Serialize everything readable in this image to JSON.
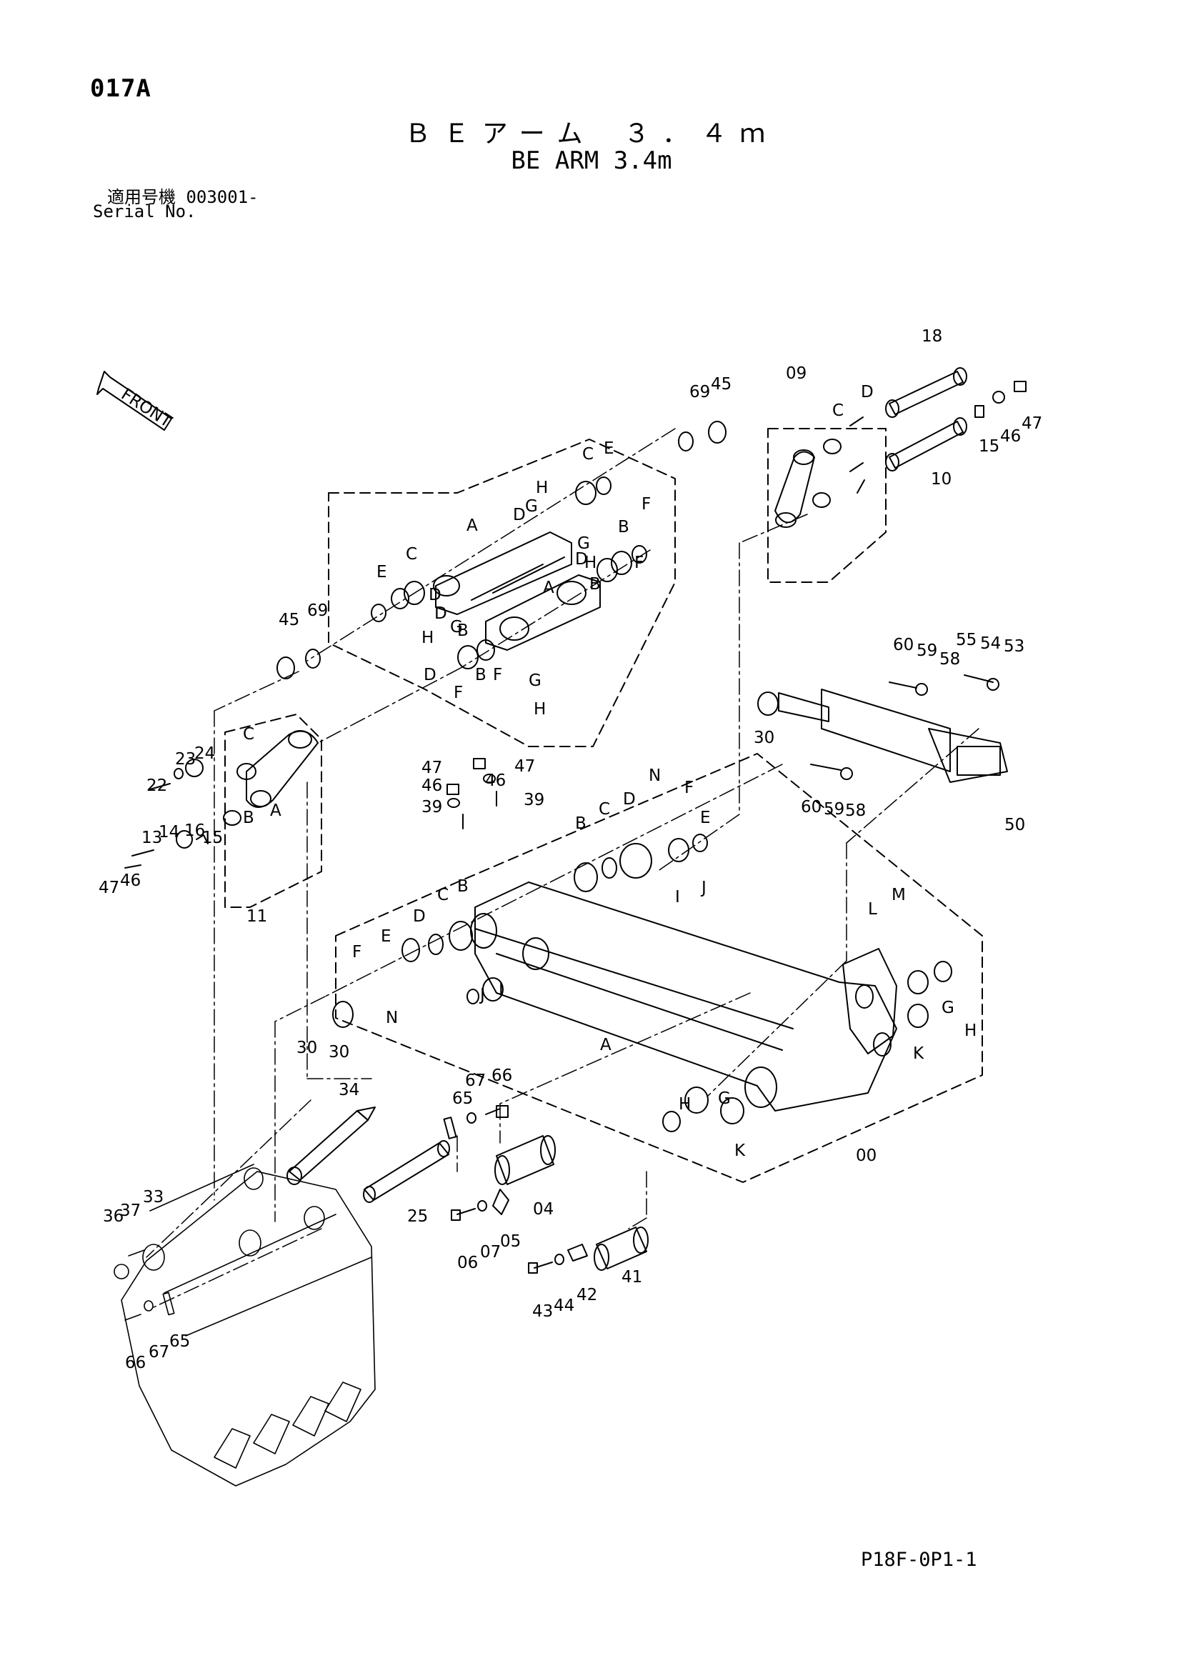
{
  "page_code": "017A",
  "title_jp": "ＢＥアーム ３．４ｍ",
  "title_en": "BE ARM 3.4m",
  "serial_jp": "適用号機  003001-",
  "serial_en": "Serial No.",
  "front_label": "FRONT",
  "footer_code": "P18F-0P1-1",
  "labels": [
    "18",
    "69",
    "45",
    "09",
    "C",
    "D",
    "47",
    "15",
    "46",
    "10",
    "E",
    "C",
    "H",
    "G",
    "D",
    "F",
    "B",
    "A",
    "G",
    "H",
    "D",
    "C",
    "E",
    "D",
    "F",
    "B",
    "A",
    "B",
    "D",
    "45",
    "69",
    "G",
    "H",
    "D",
    "G",
    "B",
    "F",
    "F",
    "H",
    "60",
    "59",
    "58",
    "55",
    "54",
    "53",
    "C",
    "24",
    "23",
    "22",
    "A",
    "B",
    "13",
    "14",
    "16",
    "15",
    "47",
    "46",
    "11",
    "47",
    "46",
    "39",
    "47",
    "46",
    "39",
    "N",
    "F",
    "D",
    "C",
    "B",
    "E",
    "J",
    "I",
    "30",
    "60",
    "59",
    "58",
    "50",
    "30",
    "B",
    "C",
    "D",
    "E",
    "F",
    "N",
    "J",
    "I",
    "M",
    "L",
    "G",
    "H",
    "K",
    "A",
    "34",
    "65",
    "67",
    "66",
    "G",
    "H",
    "K",
    "00",
    "36",
    "37",
    "33",
    "25",
    "04",
    "06",
    "07",
    "05",
    "41",
    "43",
    "44",
    "42",
    "66",
    "67",
    "65",
    "30"
  ]
}
